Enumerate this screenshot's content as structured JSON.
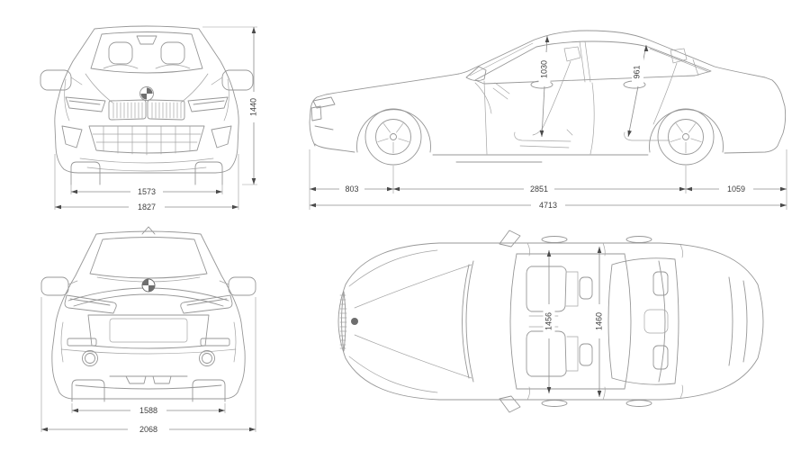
{
  "page": {
    "background": "#ffffff"
  },
  "colors": {
    "car_line": "#979797",
    "dimension_line": "#8c8c8c",
    "dimension_text": "#3f3f3f"
  },
  "views": {
    "front": {
      "track_width": "1573",
      "overall_width": "1827",
      "overall_height": "1440"
    },
    "side": {
      "front_overhang": "803",
      "wheelbase": "2851",
      "rear_overhang": "1059",
      "overall_length": "4713",
      "front_interior_height": "1030",
      "rear_interior_height": "961"
    },
    "rear": {
      "track_width": "1588",
      "overall_width_with_mirrors": "2068"
    },
    "top": {
      "front_interior_width": "1456",
      "rear_interior_width": "1460"
    }
  }
}
